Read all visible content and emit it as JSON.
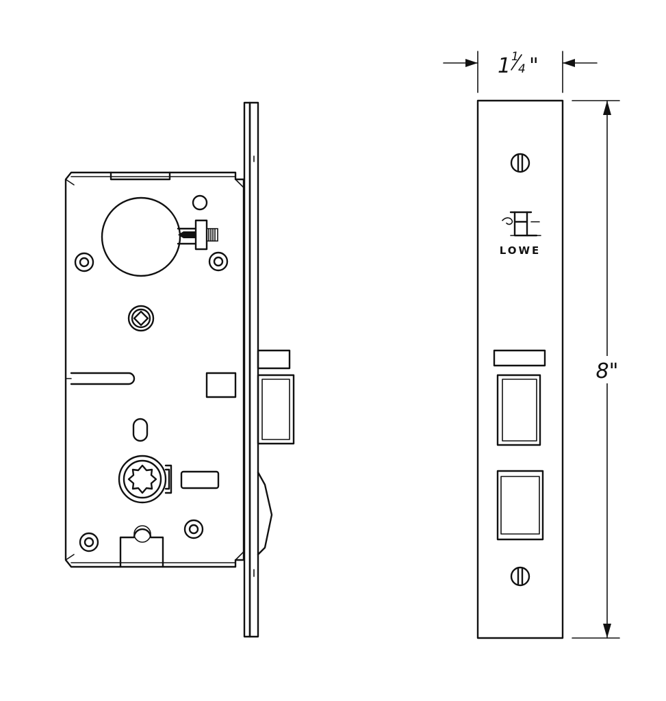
{
  "faceplate": {
    "brand_name": "LOWE",
    "logo_monogram": "LH"
  },
  "dimensions": {
    "width_whole": "1",
    "width_num": "1",
    "width_den": "4",
    "width_inch_mark": "\"",
    "height_label": "8\""
  },
  "colors": {
    "line": "#111111",
    "background": "#ffffff"
  }
}
